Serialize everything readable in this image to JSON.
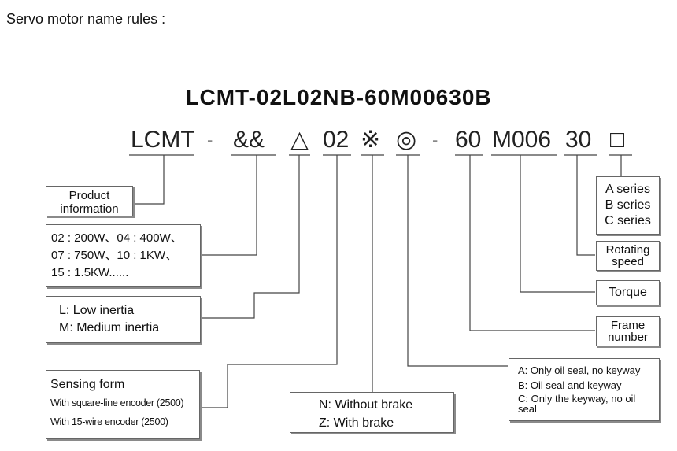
{
  "heading": "Servo motor name rules :",
  "model_number": "LCMT-02L02NB-60M00630B",
  "code": {
    "s1": "LCMT",
    "dash": "-",
    "s2": "&&",
    "s3": "△",
    "s4": "02",
    "s5": "※",
    "s6": "◎",
    "s7": "60",
    "s8": "M006",
    "s9": "30",
    "s10": "□"
  },
  "boxes": {
    "product": [
      "Product",
      "information"
    ],
    "power": [
      "02 : 200W、04 : 400W、",
      "07 : 750W、10 : 1KW、",
      "15 : 1.5KW......"
    ],
    "inertia": [
      "L: Low inertia",
      "M: Medium inertia"
    ],
    "sensing": [
      "Sensing form",
      "With square-line encoder (2500)",
      "With 15-wire encoder (2500)"
    ],
    "brake": [
      "N:  Without brake",
      "Z:  With brake"
    ],
    "series": [
      "A series",
      "B series",
      "C series"
    ],
    "speed": [
      "Rotating",
      "speed"
    ],
    "torque": [
      "Torque"
    ],
    "frame": [
      "Frame",
      "number"
    ],
    "shaft": [
      "A: Only oil seal, no keyway",
      "B: Oil seal and keyway",
      "C: Only the keyway, no oil",
      "seal"
    ]
  },
  "colors": {
    "text": "#111111",
    "line": "#444444",
    "shadow": "#8a8a8a"
  }
}
